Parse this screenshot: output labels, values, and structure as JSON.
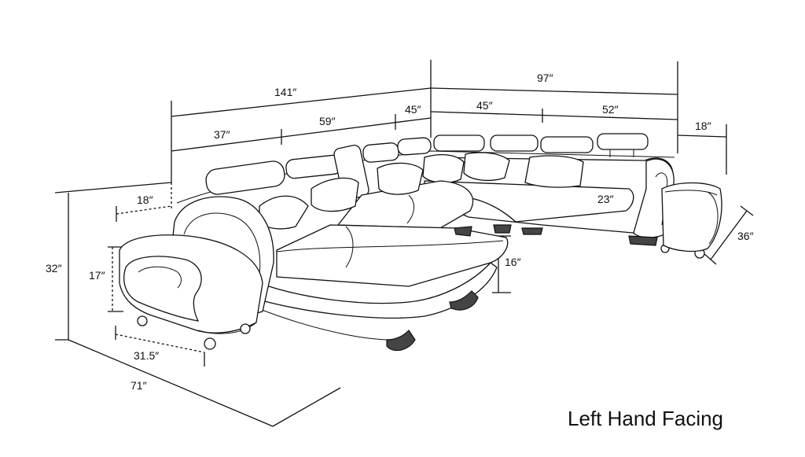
{
  "caption": "Left Hand Facing",
  "dimensions": {
    "total_left_width": "141″",
    "total_right_width": "97″",
    "seg_37": "37″",
    "seg_59": "59″",
    "seg_45_corner": "45″",
    "seg_45_right": "45″",
    "seg_52": "52″",
    "ottoman_depth": "18″",
    "left_back_depth": "18″",
    "seat_depth": "23″",
    "height_total": "32″",
    "arm_height": "17″",
    "seat_height": "16″",
    "ottoman_width": "36″",
    "chaise_width": "31.5″",
    "overall_length": "71″"
  }
}
